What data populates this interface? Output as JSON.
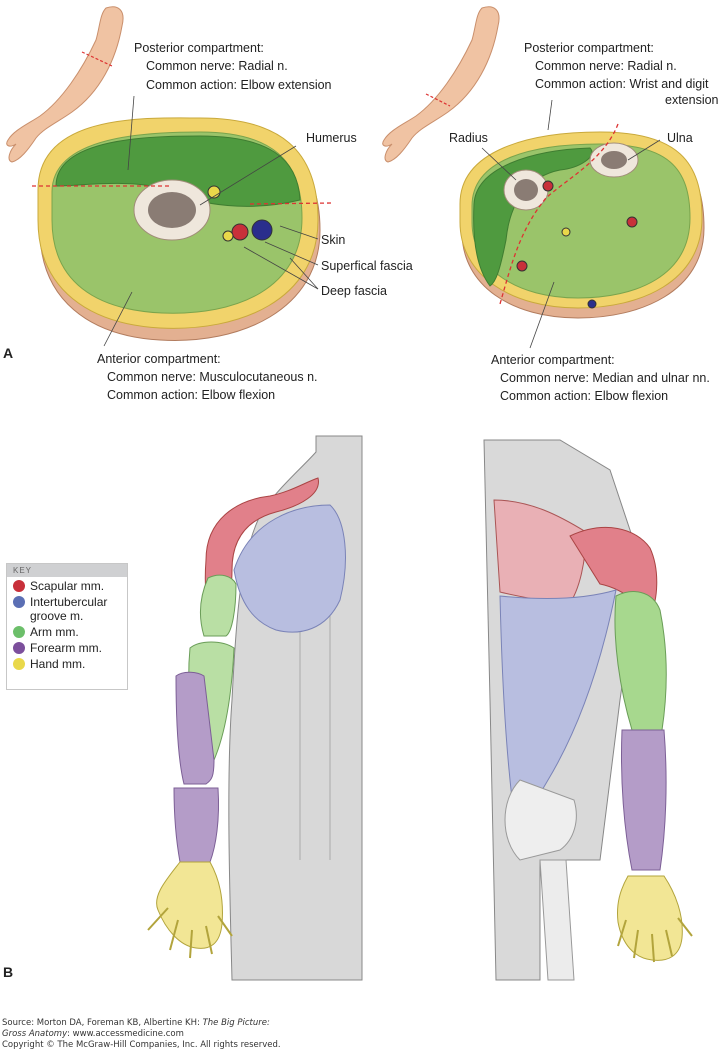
{
  "panel_a": {
    "letter": "A",
    "upper_arm": {
      "posterior_title": "Posterior compartment:",
      "posterior_nerve": "Common nerve: Radial n.",
      "posterior_action": "Common action: Elbow extension",
      "label_humerus": "Humerus",
      "label_skin": "Skin",
      "label_superficial": "Superfical fascia",
      "label_deep": "Deep fascia",
      "anterior_title": "Anterior compartment:",
      "anterior_nerve": "Common nerve: Musculocutaneous n.",
      "anterior_action": "Common action: Elbow flexion"
    },
    "forearm": {
      "posterior_title": "Posterior compartment:",
      "posterior_nerve": "Common nerve: Radial n.",
      "posterior_action_1": "Common action: Wrist and digit",
      "posterior_action_2": "extension",
      "label_radius": "Radius",
      "label_ulna": "Ulna",
      "anterior_title": "Anterior compartment:",
      "anterior_nerve": "Common nerve: Median and ulnar nn.",
      "anterior_action": "Common action: Elbow flexion"
    }
  },
  "panel_b": {
    "letter": "B",
    "key": {
      "heading": "KEY",
      "items": [
        {
          "label": "Scapular mm.",
          "color": "#c8303a"
        },
        {
          "label": "Intertubercular groove m.",
          "color": "#5b6fb4"
        },
        {
          "label": "Arm mm.",
          "color": "#6cbf6a"
        },
        {
          "label": "Forearm mm.",
          "color": "#7c4f9c"
        },
        {
          "label": "Hand mm.",
          "color": "#e9d84a"
        }
      ]
    }
  },
  "source": {
    "line1_prefix": "Source: Morton DA, Foreman KB, Albertine KH: ",
    "line1_title": "The Big Picture:",
    "line2_title": "Gross Anatomy",
    "line2_suffix": ": www.accessmedicine.com",
    "line3": "Copyright © The McGraw-Hill Companies, Inc. All rights reserved."
  }
}
